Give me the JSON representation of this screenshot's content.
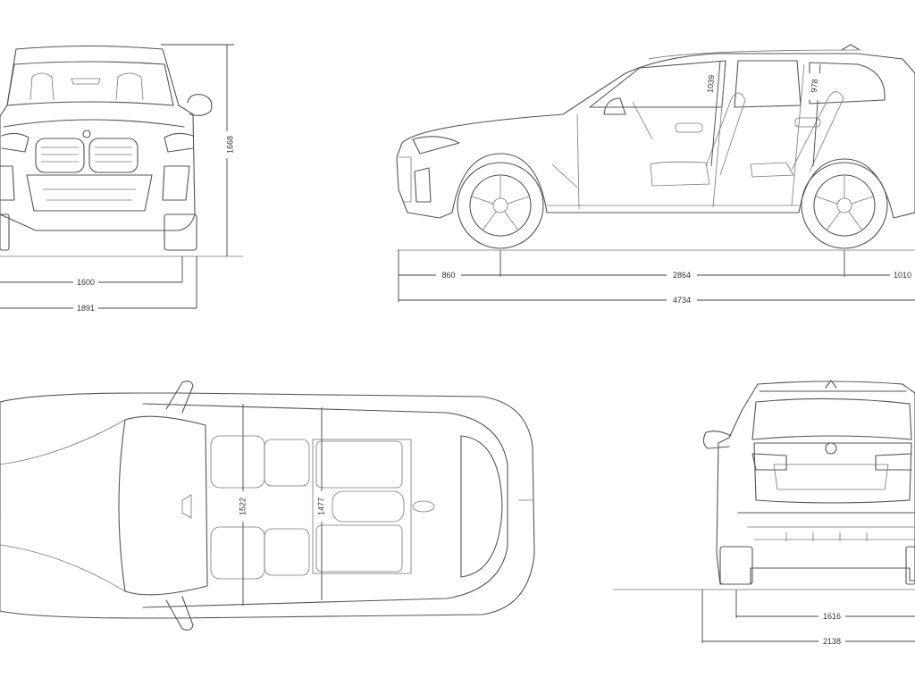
{
  "dimensions": {
    "front_height": "1668",
    "front_track": "1600",
    "front_width": "1891",
    "front_overhang": "860",
    "wheelbase": "2864",
    "rear_overhang": "1010",
    "overall_length": "4734",
    "front_headroom": "1039",
    "rear_headroom": "978",
    "front_shoulder": "1522",
    "rear_shoulder": "1477",
    "rear_track": "1616",
    "width_mirrors": "2138"
  },
  "colors": {
    "line": "#555555",
    "dimension": "#444444",
    "background": "#ffffff"
  }
}
